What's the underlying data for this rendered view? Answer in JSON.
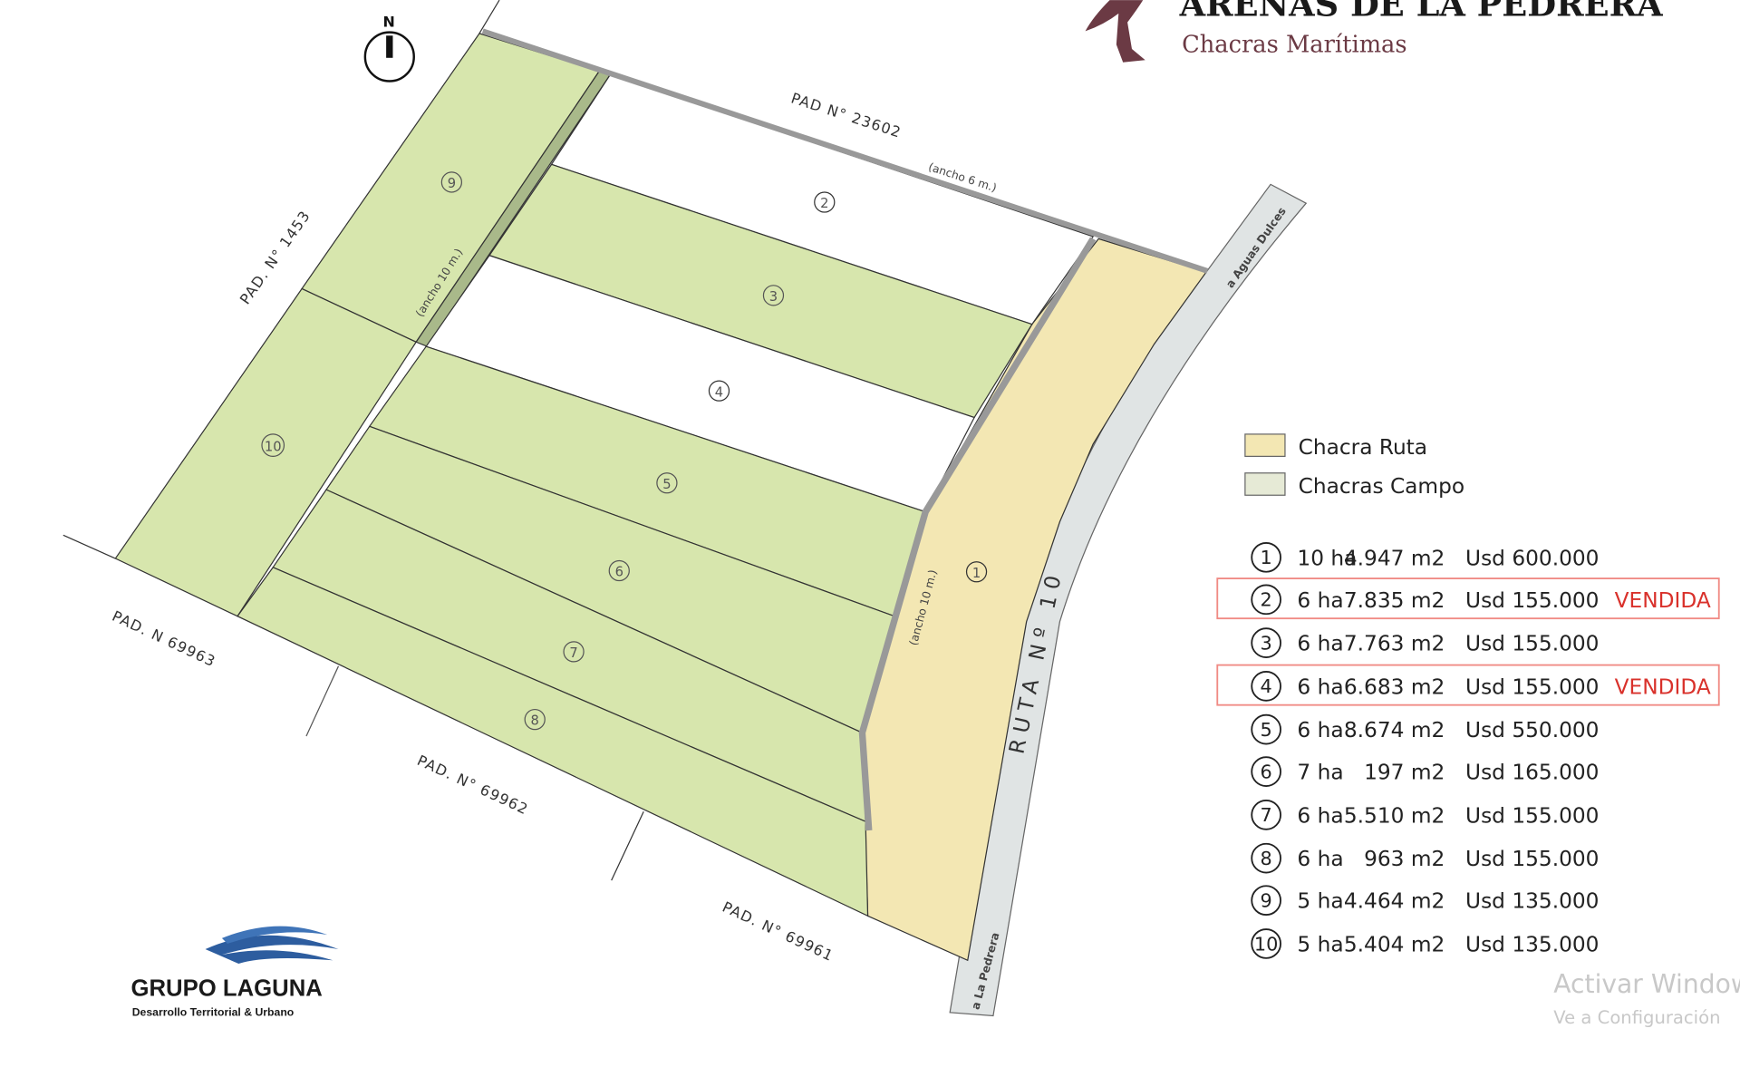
{
  "header": {
    "title": "ARENAS DE LA PEDRERA",
    "subtitle": "Chacras Marítimas"
  },
  "north_label": "N",
  "map_labels": {
    "pad_23602": "PAD  N°  23602",
    "pad_1453": "PAD.  N°  1453",
    "pad_69963": "PAD.  N  69963",
    "pad_69962": "PAD.  N°  69962",
    "pad_69961": "PAD.  N°  69961",
    "ancho_6": "(ancho 6 m.)",
    "ancho_10_a": "(ancho 10 m.)",
    "ancho_10_b": "(ancho 10 m.)",
    "ruta": "RUTA  Nº  10",
    "aguas_dulces": "a  Aguas  Dulces",
    "la_pedrera": "a  La  Pedrera"
  },
  "lot_numbers": [
    "1",
    "2",
    "3",
    "4",
    "5",
    "6",
    "7",
    "8",
    "9",
    "10"
  ],
  "legend": {
    "chacra_ruta": "Chacra Ruta",
    "chacras_campo": "Chacras Campo",
    "colors": {
      "ruta": "#f3e7b3",
      "campo": "#e6ead6",
      "lot_green": "#d7e6ad",
      "sold": "#d9312b"
    }
  },
  "lots": [
    {
      "n": "1",
      "ha": "10 ha",
      "m2": "4.947 m2",
      "price": "Usd  600.000",
      "status": ""
    },
    {
      "n": "2",
      "ha": "6 ha",
      "m2": "7.835 m2",
      "price": "Usd 155.000",
      "status": "VENDIDA"
    },
    {
      "n": "3",
      "ha": "6 ha",
      "m2": "7.763 m2",
      "price": "Usd 155.000",
      "status": ""
    },
    {
      "n": "4",
      "ha": "6 ha",
      "m2": "6.683 m2",
      "price": "Usd 155.000",
      "status": "VENDIDA"
    },
    {
      "n": "5",
      "ha": "6 ha",
      "m2": "8.674 m2",
      "price": "Usd 550.000",
      "status": ""
    },
    {
      "n": "6",
      "ha": "7 ha",
      "m2": "197 m2",
      "price": "Usd 165.000",
      "status": ""
    },
    {
      "n": "7",
      "ha": "6 ha",
      "m2": "5.510 m2",
      "price": "Usd 155.000",
      "status": ""
    },
    {
      "n": "8",
      "ha": "6 ha",
      "m2": "963 m2",
      "price": "Usd 155.000",
      "status": ""
    },
    {
      "n": "9",
      "ha": "5 ha",
      "m2": "4.464 m2",
      "price": "Usd 135.000",
      "status": ""
    },
    {
      "n": "10",
      "ha": "5 ha",
      "m2": "5.404 m2",
      "price": "Usd 135.000",
      "status": ""
    }
  ],
  "logo": {
    "name": "GRUPO LAGUNA",
    "tagline": "Desarrollo Territorial & Urbano"
  },
  "watermark": {
    "line1": "Activar Windows",
    "line2": "Ve a Configuración"
  }
}
